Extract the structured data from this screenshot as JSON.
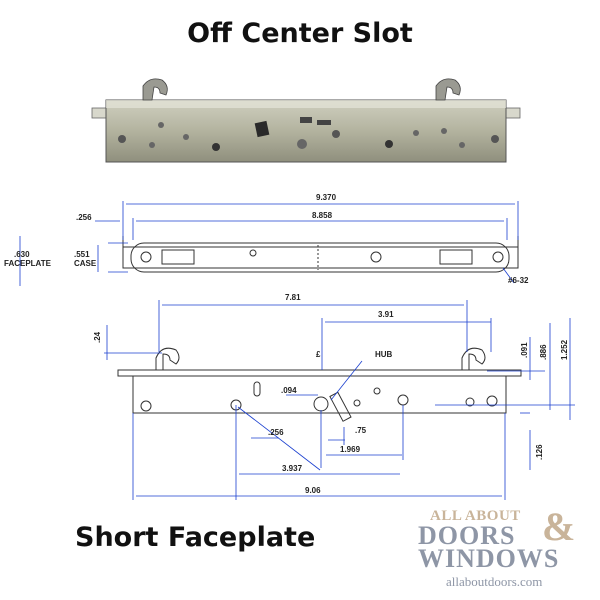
{
  "titles": {
    "top": "Off Center Slot",
    "bottom": "Short Faceplate"
  },
  "dims_top": {
    "overall": "9.370",
    "case_length": "8.858",
    "offset": ".256",
    "faceplate_h": ".630",
    "faceplate_lbl": "FACEPLATE",
    "case_h": ".551",
    "case_lbl": "CASE",
    "screw": "#6-32"
  },
  "dims_bottom": {
    "hooks": "7.81",
    "hub_to_hook": "3.91",
    "hook_h": ".24",
    "cl": "£",
    "hub": "HUB",
    "d091": ".091",
    "d886": ".886",
    "d1252": "1.252",
    "d094": ".094",
    "d256": ".256",
    "d75": ".75",
    "d1969": "1.969",
    "d3937": "3.937",
    "d906": "9.06",
    "d126": ".126"
  },
  "brand": {
    "line1": "ALL ABOUT",
    "line2": "DOORS",
    "amp": "&",
    "line3": "WINDOWS",
    "url": "allaboutdoors.com"
  },
  "colors": {
    "dimension": "#1a3fcf",
    "drawing": "#333333",
    "metal": "#b8b8a4"
  }
}
